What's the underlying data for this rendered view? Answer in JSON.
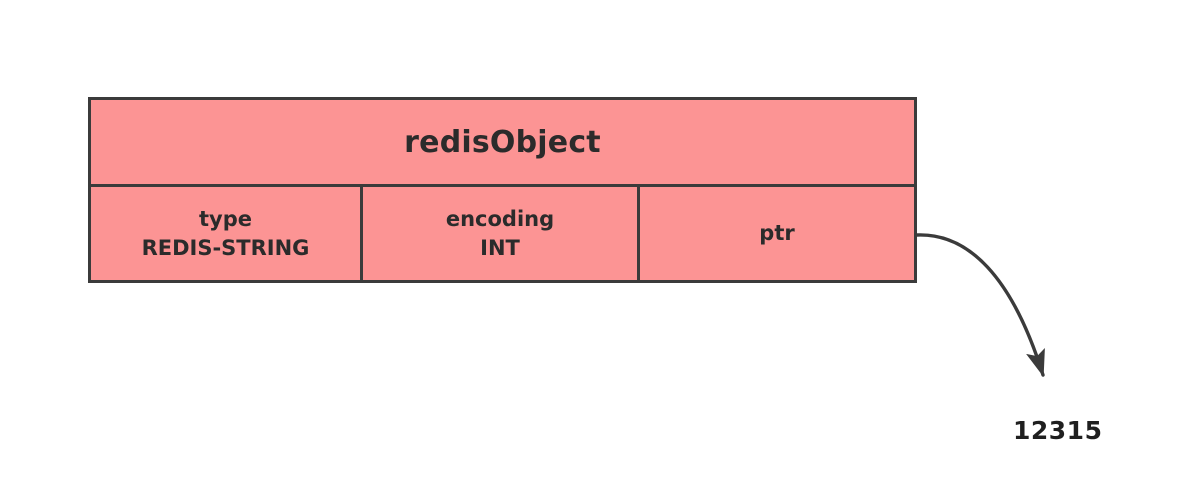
{
  "diagram": {
    "title": "redisObject",
    "background_color": "#ffffff",
    "box_fill_color": "#fc9494",
    "box_border_color": "#3b3b3b",
    "text_color": "#2b2b2b",
    "struct": {
      "name": "redisObject",
      "fields": [
        {
          "name": "type",
          "value": "REDIS-STRING"
        },
        {
          "name": "encoding",
          "value": "INT"
        },
        {
          "name": "ptr",
          "value": ""
        }
      ]
    },
    "pointer": {
      "from_field": "ptr",
      "target_value": "12315",
      "arrow_color": "#3b3b3b"
    }
  }
}
